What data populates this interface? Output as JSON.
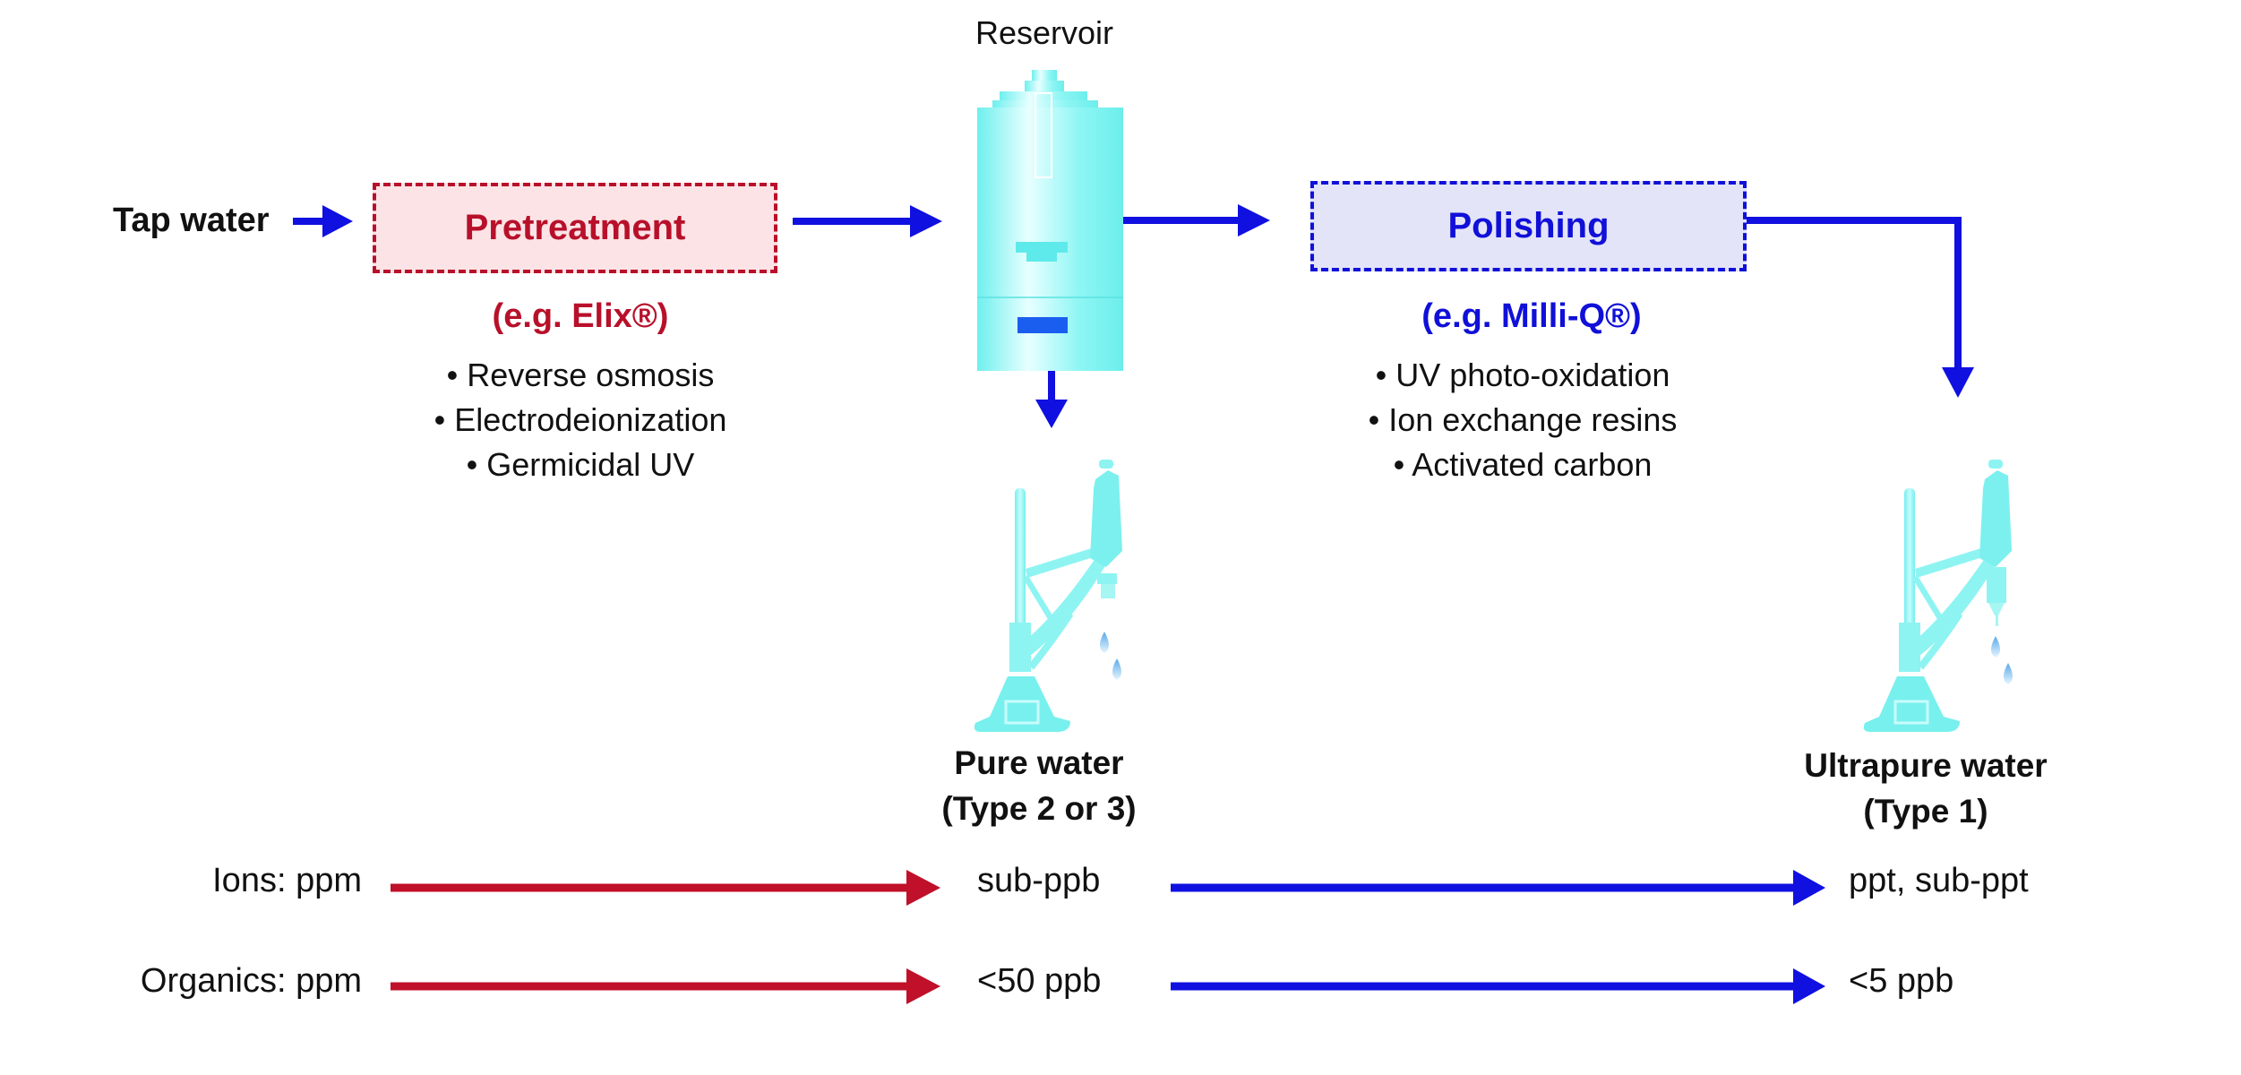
{
  "colors": {
    "pretreatment": "#b8102a",
    "pretreatment_fill": "#fbe3e6",
    "polishing": "#1010d8",
    "polishing_fill": "#e3e4f8",
    "flow_arrow": "#1010e0",
    "equipment": "#6ef0f0",
    "text": "#111111"
  },
  "source": {
    "label": "Tap water"
  },
  "reservoir": {
    "label": "Reservoir",
    "icon": "reservoir-tank-icon"
  },
  "stages": [
    {
      "id": "pretreatment",
      "title": "Pretreatment",
      "example": "(e.g. Elix®)",
      "bullets": [
        "• Reverse osmosis",
        "• Electrodeionization",
        "• Germicidal UV"
      ]
    },
    {
      "id": "polishing",
      "title": "Polishing",
      "example": "(e.g. Milli-Q®)",
      "bullets": [
        "• UV photo-oxidation",
        "• Ion exchange resins",
        "• Activated carbon"
      ]
    }
  ],
  "outputs": [
    {
      "line1": "Pure water",
      "line2": "(Type 2 or 3)",
      "icon": "water-dispenser-icon"
    },
    {
      "line1": "Ultrapure water",
      "line2": "(Type 1)",
      "icon": "water-dispenser-icon"
    }
  ],
  "quality_rows": [
    {
      "label": "Ions: ppm",
      "after_pretreatment": "sub-ppb",
      "after_polishing": "ppt, sub-ppt"
    },
    {
      "label": "Organics: ppm",
      "after_pretreatment": "<50 ppb",
      "after_polishing": "<5 ppb"
    }
  ]
}
